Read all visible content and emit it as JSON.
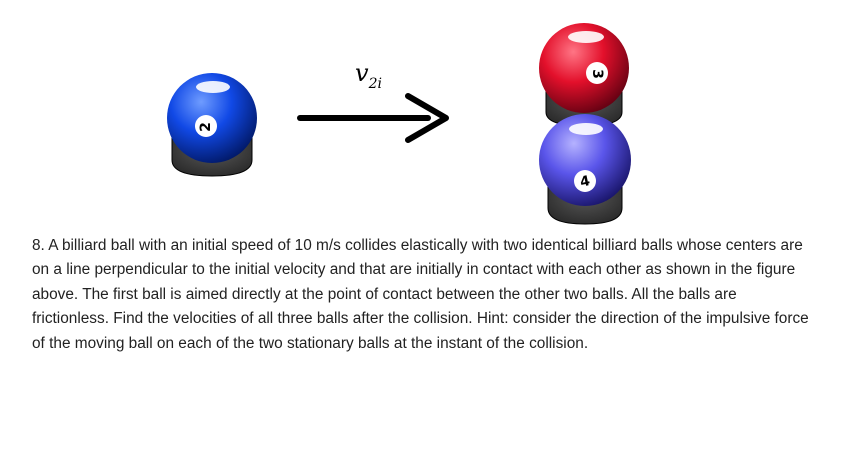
{
  "figure": {
    "velocity_label": {
      "symbol": "v",
      "subscript": "2i"
    },
    "balls": [
      {
        "number": "2",
        "color": "#0a44e0",
        "role": "moving"
      },
      {
        "number": "3",
        "color": "#e0102a",
        "role": "stationary"
      },
      {
        "number": "4",
        "color": "#5a55e8",
        "role": "stationary"
      }
    ]
  },
  "problem": {
    "text": "8. A billiard ball with an initial speed of 10 m/s collides elastically with two identical billiard balls whose centers are on a line perpendicular to the initial velocity and that are initially in contact with each other as shown in the figure above. The first ball is aimed directly at the point of contact between the other two balls. All the balls are frictionless. Find the velocities of all three balls after the collision. Hint: consider the direction of the impulsive force of the moving ball on each of the two stationary balls at the instant of the collision."
  }
}
